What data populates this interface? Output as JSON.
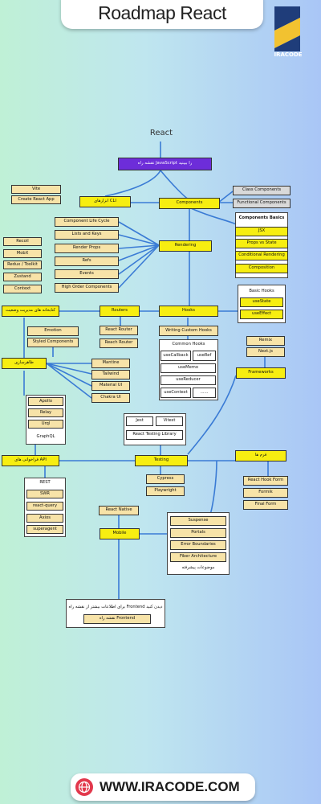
{
  "header": {
    "title": "Roadmap React",
    "logo_text": "IRACODE"
  },
  "footer": {
    "url": "WWW.IRACODE.COM",
    "icon": "globe-icon"
  },
  "colors": {
    "main_node": "#f7ee11",
    "sub_node": "#f7e3a8",
    "alt_node": "#d9d9d9",
    "start_node": "#6d2dd9",
    "line": "#3a7bd5"
  },
  "roadmap": {
    "root": "React",
    "start": "نقشه راه JavaScript را ببینید",
    "cli": {
      "label": "ابزارهای CLI",
      "items": [
        "Vite",
        "Create React App"
      ]
    },
    "components": {
      "label": "Components",
      "types": [
        "Class Components",
        "Functional Components"
      ],
      "basics": {
        "title": "Components Basics",
        "items": [
          "JSX",
          "Props vs State",
          "Conditional Rendering",
          "Composition"
        ]
      }
    },
    "rendering": {
      "label": "Rendering",
      "items": [
        "Component Life Cycle",
        "Lists and Keys",
        "Render Props",
        "Refs",
        "Events",
        "High Order Components"
      ]
    },
    "state_management": {
      "label": "کتابخانه های مدیریت وضعیت",
      "items": [
        "Recoil",
        "MobX",
        "Redux / Toolkit",
        "Zustand",
        "Context"
      ]
    },
    "routers": {
      "label": "Routers",
      "items": [
        "React Router",
        "Reach Router"
      ]
    },
    "hooks": {
      "label": "Hooks",
      "basic_title": "Basic Hooks",
      "basic": [
        "useState",
        "useEffect"
      ],
      "custom": "Writing Custom Hooks",
      "common_title": "Common Hooks",
      "common": [
        "useCallback",
        "useRef",
        "useMemo",
        "useReducer",
        "useContext",
        "......"
      ]
    },
    "styling": {
      "label": "ظاهرسازی",
      "css_in_js": [
        "Emotion",
        "Styled Components"
      ],
      "frameworks": [
        "Mantine",
        "Tailwind",
        "Material UI",
        "Chakra UI"
      ]
    },
    "frameworks": {
      "label": "Frameworks",
      "items": [
        "Remix",
        "Next.js"
      ]
    },
    "api": {
      "label": "فراخوانی های API",
      "graphql": [
        "Apollo",
        "Relay",
        "Urql",
        "GraphQL"
      ],
      "rest_title": "REST",
      "rest": [
        "SWR",
        "react-query",
        "Axios",
        "superagent"
      ]
    },
    "testing": {
      "label": "Testing",
      "unit": [
        "Jest",
        "Vitest",
        "React Testing Library"
      ],
      "e2e": [
        "Cypress",
        "Playwright"
      ]
    },
    "forms": {
      "label": "فرم ها",
      "items": [
        "React Hook Form",
        "Formik",
        "Final Form"
      ]
    },
    "mobile": {
      "label": "Mobile",
      "items": [
        "React Native"
      ]
    },
    "advanced": {
      "title": "موضوعات پیشرفته",
      "items": [
        "Suspense",
        "Portals",
        "Error Boundaries",
        "Fiber Architecture"
      ]
    },
    "next": {
      "text": "برای اطلاعات بیشتر از نقشه راه Frontend دیدن کنید",
      "button": "نقشه راه Frontend"
    }
  }
}
